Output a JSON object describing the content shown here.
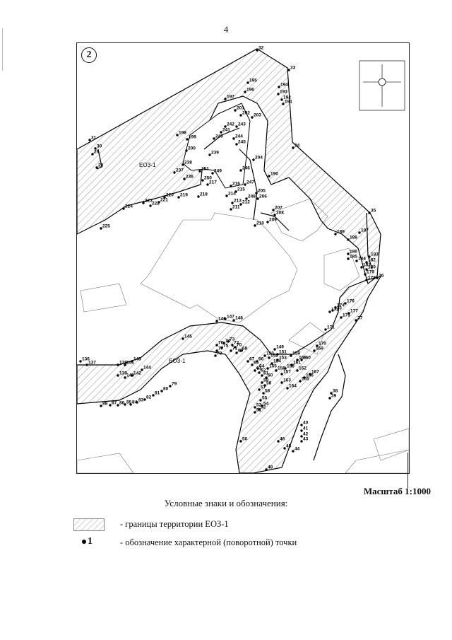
{
  "page": {
    "number": "4",
    "sheet_badge": "2",
    "scale_label": "Масштаб 1:1000"
  },
  "map": {
    "zone_labels": [
      "ЕОЗ-1",
      "ЕОЗ-1"
    ],
    "point_labels": [
      "32",
      "33",
      "34",
      "35",
      "36",
      "37",
      "38",
      "39",
      "40",
      "41",
      "42",
      "43",
      "44",
      "45",
      "46",
      "48",
      "50",
      "51",
      "52",
      "53",
      "54",
      "55",
      "56",
      "57",
      "58",
      "59",
      "60",
      "61",
      "62",
      "63",
      "64",
      "65",
      "66",
      "67",
      "68",
      "69",
      "70",
      "71",
      "72",
      "73",
      "74",
      "75",
      "76",
      "77",
      "78",
      "79",
      "80",
      "81",
      "82",
      "83",
      "84",
      "85",
      "86",
      "87",
      "88",
      "136",
      "137",
      "138",
      "139",
      "140",
      "141",
      "142",
      "143",
      "144",
      "145",
      "146",
      "147",
      "148",
      "149",
      "150",
      "151",
      "152",
      "153",
      "154",
      "155",
      "156",
      "157",
      "158",
      "159",
      "160",
      "161",
      "162",
      "163",
      "164",
      "165",
      "166",
      "167",
      "168",
      "169",
      "170",
      "171",
      "172",
      "173",
      "174",
      "175",
      "176",
      "177",
      "178",
      "179",
      "180",
      "181",
      "182",
      "183",
      "184",
      "185",
      "186",
      "187",
      "188",
      "189",
      "190",
      "191",
      "192",
      "193",
      "194",
      "195",
      "196",
      "197",
      "198",
      "199",
      "200",
      "201",
      "202",
      "203",
      "204",
      "205",
      "206",
      "207",
      "208",
      "209",
      "210",
      "211",
      "212",
      "213",
      "214",
      "215",
      "216",
      "217",
      "218",
      "219",
      "220",
      "221",
      "222",
      "223",
      "224",
      "225",
      "236",
      "237",
      "238",
      "239",
      "240",
      "241",
      "242",
      "243",
      "244",
      "245",
      "246",
      "247",
      "248",
      "249",
      "250",
      "251",
      "28",
      "29",
      "30",
      "31"
    ]
  },
  "legend": {
    "title": "Условные знаки и обозначения:",
    "boundary_text": "- границы территории ЕОЗ-1",
    "point_symbol": "1",
    "point_text": "- обозначение характерной (поворотной) точки"
  }
}
